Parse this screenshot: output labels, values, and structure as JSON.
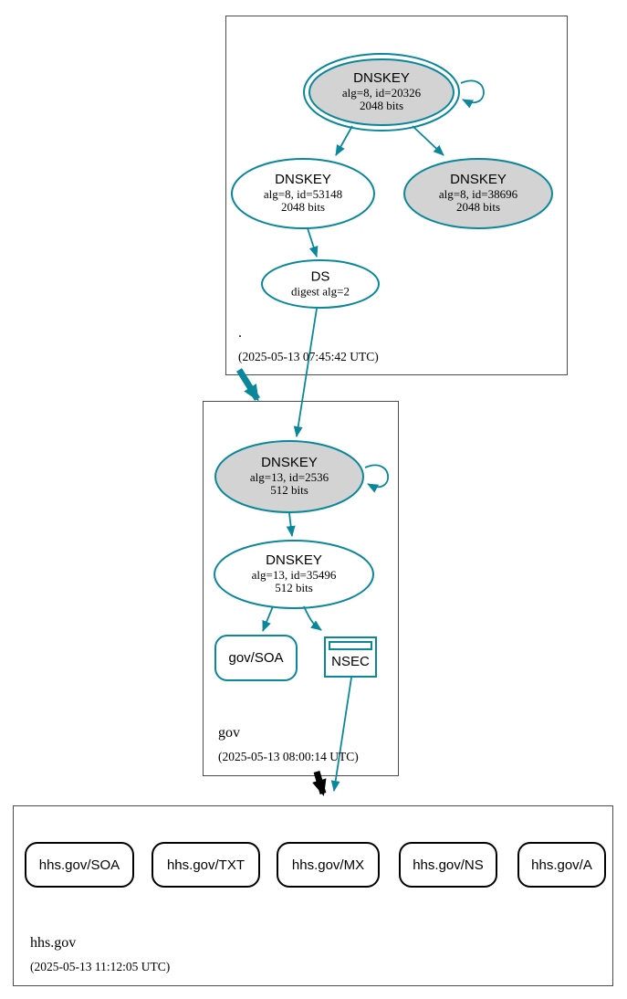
{
  "colors": {
    "secure_edge_teal": "#0a879a",
    "insecure_edge_black": "#000000",
    "ksk_fill_gray": "#d3d3d3",
    "node_fill_white": "#ffffff",
    "zone_border_gray": "#4b4b4b"
  },
  "zones": {
    "root": {
      "label": ".",
      "timestamp": "(2025-05-13 07:45:42 UTC)",
      "nodes": {
        "ksk": {
          "title": "DNSKEY",
          "detail1": "alg=8, id=20326",
          "detail2": "2048 bits"
        },
        "zsk": {
          "title": "DNSKEY",
          "detail1": "alg=8, id=53148",
          "detail2": "2048 bits"
        },
        "key3": {
          "title": "DNSKEY",
          "detail1": "alg=8, id=38696",
          "detail2": "2048 bits"
        },
        "ds": {
          "title": "DS",
          "detail1": "digest alg=2"
        }
      }
    },
    "gov": {
      "label": "gov",
      "timestamp": "(2025-05-13 08:00:14 UTC)",
      "nodes": {
        "ksk": {
          "title": "DNSKEY",
          "detail1": "alg=13, id=2536",
          "detail2": "512 bits"
        },
        "zsk": {
          "title": "DNSKEY",
          "detail1": "alg=13, id=35496",
          "detail2": "512 bits"
        },
        "soa": {
          "label": "gov/SOA"
        },
        "nsec": {
          "label": "NSEC"
        }
      }
    },
    "hhs": {
      "label": "hhs.gov",
      "timestamp": "(2025-05-13 11:12:05 UTC)",
      "rrsets": [
        {
          "label": "hhs.gov/SOA"
        },
        {
          "label": "hhs.gov/TXT"
        },
        {
          "label": "hhs.gov/MX"
        },
        {
          "label": "hhs.gov/NS"
        },
        {
          "label": "hhs.gov/A"
        }
      ]
    }
  }
}
